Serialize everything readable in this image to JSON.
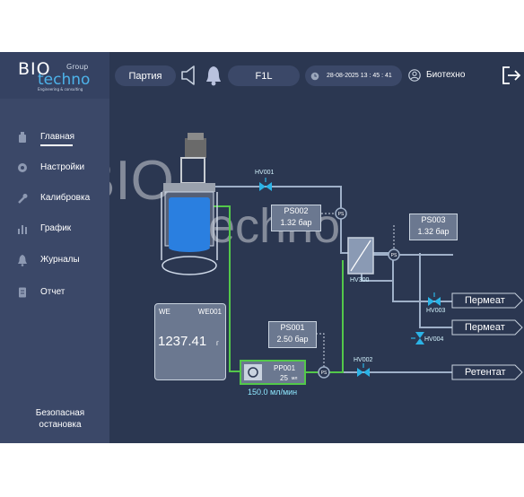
{
  "brand": {
    "logo_top": "BIO",
    "logo_bottom": "techno",
    "logo_group": "Group",
    "tagline": "Engineering & consulting"
  },
  "header": {
    "batch_label": "Партия",
    "line_label": "F1L",
    "datetime": "28-08-2025 13 : 45 : 41",
    "user": "Биотехно"
  },
  "sidebar": {
    "items": [
      {
        "label": "Главная",
        "icon": "bioreactor-icon",
        "active": true
      },
      {
        "label": "Настройки",
        "icon": "gear-icon"
      },
      {
        "label": "Калибровка",
        "icon": "wrench-icon"
      },
      {
        "label": "График",
        "icon": "bar-chart-icon"
      },
      {
        "label": "Журналы",
        "icon": "bell-icon"
      },
      {
        "label": "Отчет",
        "icon": "report-icon"
      }
    ],
    "safe_stop": "Безопасная остановка"
  },
  "process": {
    "watermark": "BIOtechno",
    "scale": {
      "tag": "WE",
      "id": "WE001",
      "value": "1237.41",
      "unit": "г"
    },
    "pump": {
      "id": "PP001",
      "speed": "25",
      "speed_unit": "мл",
      "flow": "150.0 мл/мин"
    },
    "sensors": [
      {
        "id": "PS002",
        "value": "1.32 бар"
      },
      {
        "id": "PS003",
        "value": "1.32 бар"
      },
      {
        "id": "PS001",
        "value": "2.50 бар"
      }
    ],
    "valves": {
      "hv001": "HV001",
      "hv002": "HV002",
      "hv003": "HV003",
      "hv004": "HV004",
      "hv300": "HV300"
    },
    "ps_symbol": "PS",
    "outlets": {
      "permeate1": "Пермеат",
      "permeate2": "Пермеат",
      "retentate": "Ретентат"
    }
  },
  "colors": {
    "bg": "#2b3751",
    "sidebar": "#3b4868",
    "pipe": "#9fb0c8",
    "feed_pipe": "#53c84a",
    "valve": "#2bb3e6",
    "liquid": "#2a7fe0"
  }
}
